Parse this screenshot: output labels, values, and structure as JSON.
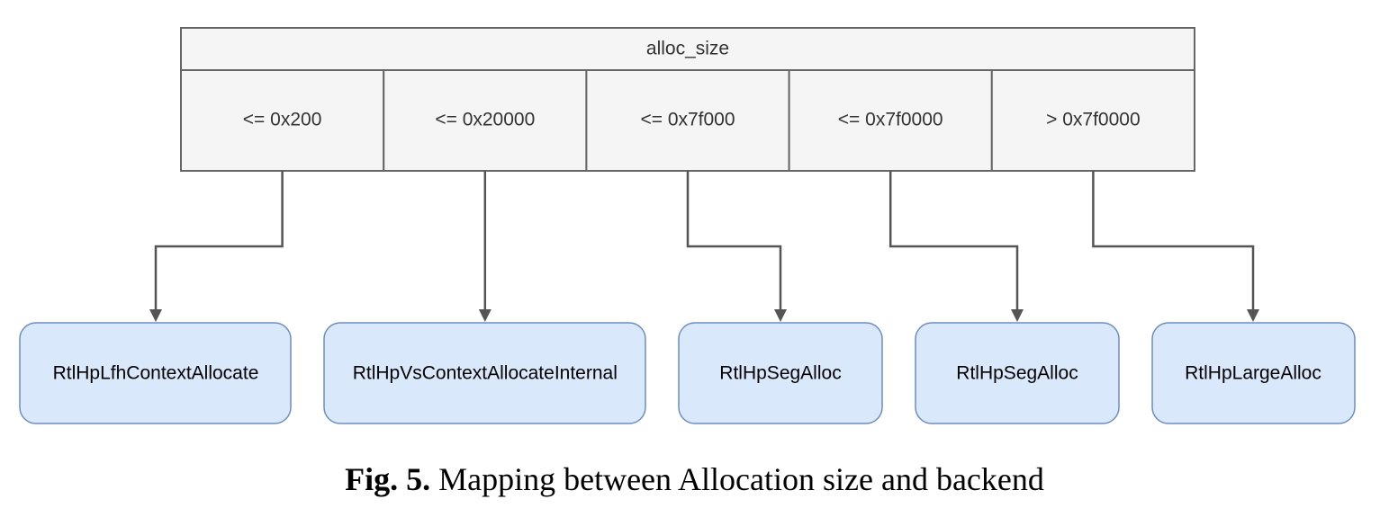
{
  "table": {
    "header": "alloc_size",
    "conditions": [
      "<= 0x200",
      "<= 0x20000",
      "<= 0x7f000",
      "<= 0x7f0000",
      "> 0x7f0000"
    ]
  },
  "backends": [
    "RtlHpLfhContextAllocate",
    "RtlHpVsContextAllocateInternal",
    "RtlHpSegAlloc",
    "RtlHpSegAlloc",
    "RtlHpLargeAlloc"
  ],
  "caption": {
    "label": "Fig. 5.",
    "text": "Mapping between Allocation size and backend"
  },
  "colors": {
    "table_fill": "#f5f5f5",
    "table_stroke": "#666666",
    "backend_fill": "#dae8fc",
    "backend_stroke": "#6c8ebf",
    "edge": "#555555"
  }
}
